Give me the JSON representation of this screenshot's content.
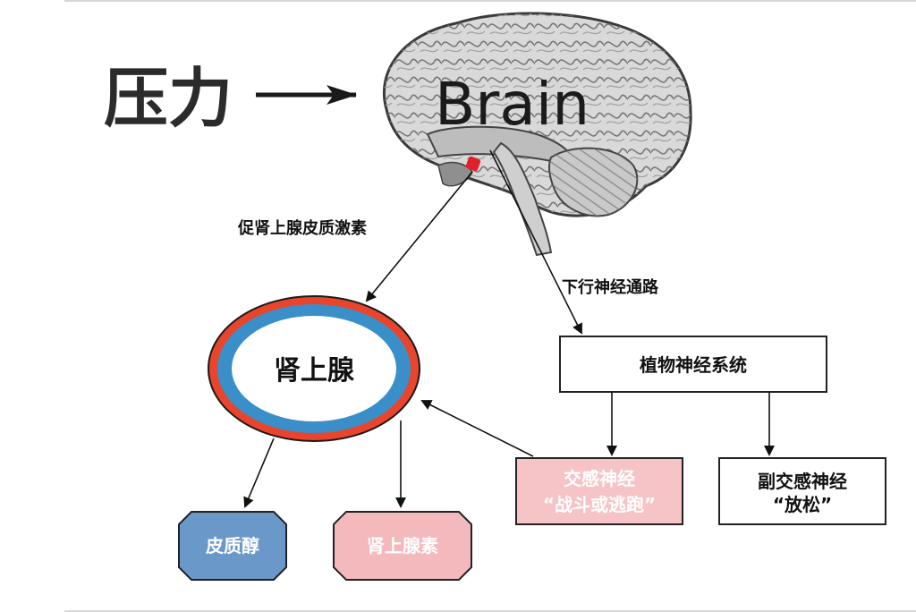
{
  "stress_label": "压力",
  "brain_label": "Brain",
  "edge_acth": "促肾上腺皮质激素",
  "edge_descending": "下行神经通路",
  "node_adrenal": "肾上腺",
  "node_ans": "植物神经系统",
  "node_sympathetic_line1": "交感神经",
  "node_sympathetic_line2": "“战斗或逃跑”",
  "node_parasympathetic_line1": "副交感神经",
  "node_parasympathetic_line2": "“放松”",
  "node_cortisol": "皮质醇",
  "node_adrenaline": "肾上腺素",
  "colors": {
    "adrenal_outer": "#e8452c",
    "adrenal_inner": "#3a8fc8",
    "sympathetic_fill": "#f6c4c6",
    "cortisol_fill": "#6a98c8",
    "adrenaline_fill": "#f4b9bc",
    "hypothalamus_marker": "#e0202a"
  }
}
